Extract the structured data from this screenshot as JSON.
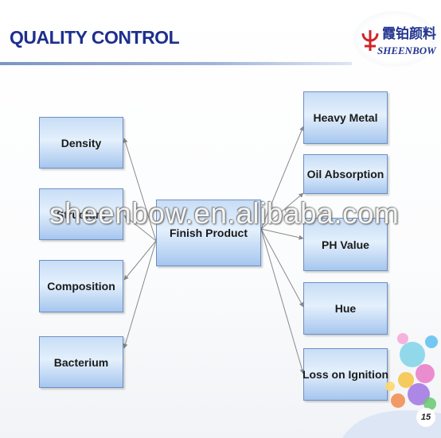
{
  "slide": {
    "title": "QUALITY CONTROL",
    "watermark": "sheenbow.en.alibaba.com",
    "page_number": "15"
  },
  "logo": {
    "brand": "SHEENBOW",
    "chinese_name": "霞铂颜料",
    "icon": "sheenbow-logo-icon"
  },
  "diagram": {
    "center": "Finish Product",
    "inputs": [
      "Density",
      "Structure",
      "Composition",
      "Bacterium"
    ],
    "outputs": [
      "Heavy Metal",
      "Oil Absorption",
      "PH Value",
      "Hue",
      "Loss on Ignition"
    ]
  },
  "colors": {
    "title": "#1d2f8e",
    "box_fill": "#c7ddf6",
    "box_border": "#6f8fc4",
    "arrow": "#8a8a8a"
  }
}
